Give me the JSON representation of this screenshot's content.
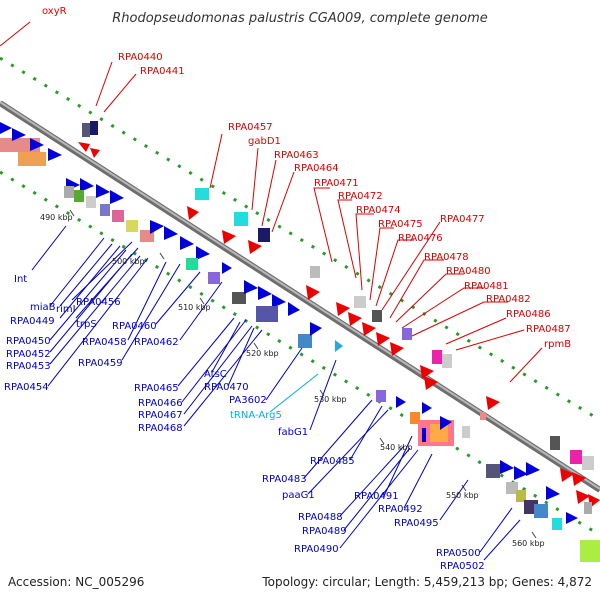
{
  "title": "Rhodopseudomonas palustris CGA009, complete genome",
  "accession": "Accession: NC_005296",
  "topology": "Topology: circular; Length: 5,459,213 bp; Genes: 4,872",
  "colors": {
    "red_labels": "#dd0000",
    "blue_labels": "#0000cc",
    "cyan_labels": "#00b0e0",
    "backbone": "#8a8a8a",
    "dots": "#2a9a2a"
  },
  "ticks": [
    "490 kbp",
    "500 kbp",
    "510 kbp",
    "520 kbp",
    "530 kbp",
    "540 kbp",
    "550 kbp",
    "560 kbp"
  ],
  "labels_red": [
    "oxyR",
    "RPA0440",
    "RPA0441",
    "RPA0457",
    "gabD1",
    "RPA0463",
    "RPA0464",
    "RPA0471",
    "RPA0472",
    "RPA0474",
    "RPA0475",
    "RPA0476",
    "RPA0477",
    "RPA0478",
    "RPA0480",
    "RPA0481",
    "RPA0482",
    "RPA0486",
    "RPA0487",
    "rpmB"
  ],
  "labels_blue": [
    "Int",
    "miaB",
    "rimI",
    "RPA0456",
    "RPA0449",
    "trpS",
    "RPA0450",
    "RPA0452",
    "RPA0453",
    "RPA0454",
    "RPA0458",
    "RPA0459",
    "RPA0460",
    "RPA0462",
    "AtsC",
    "RPA0465",
    "RPA0470",
    "RPA0466",
    "RPA0467",
    "RPA0468",
    "PA3602",
    "fabG1",
    "RPA0483",
    "RPA0485",
    "paaG1",
    "RPA0491",
    "RPA0488",
    "RPA0489",
    "RPA0490",
    "RPA0492",
    "RPA0495",
    "RPA0500",
    "RPA0502"
  ],
  "labels_cyan": [
    "tRNA-Arg5"
  ]
}
